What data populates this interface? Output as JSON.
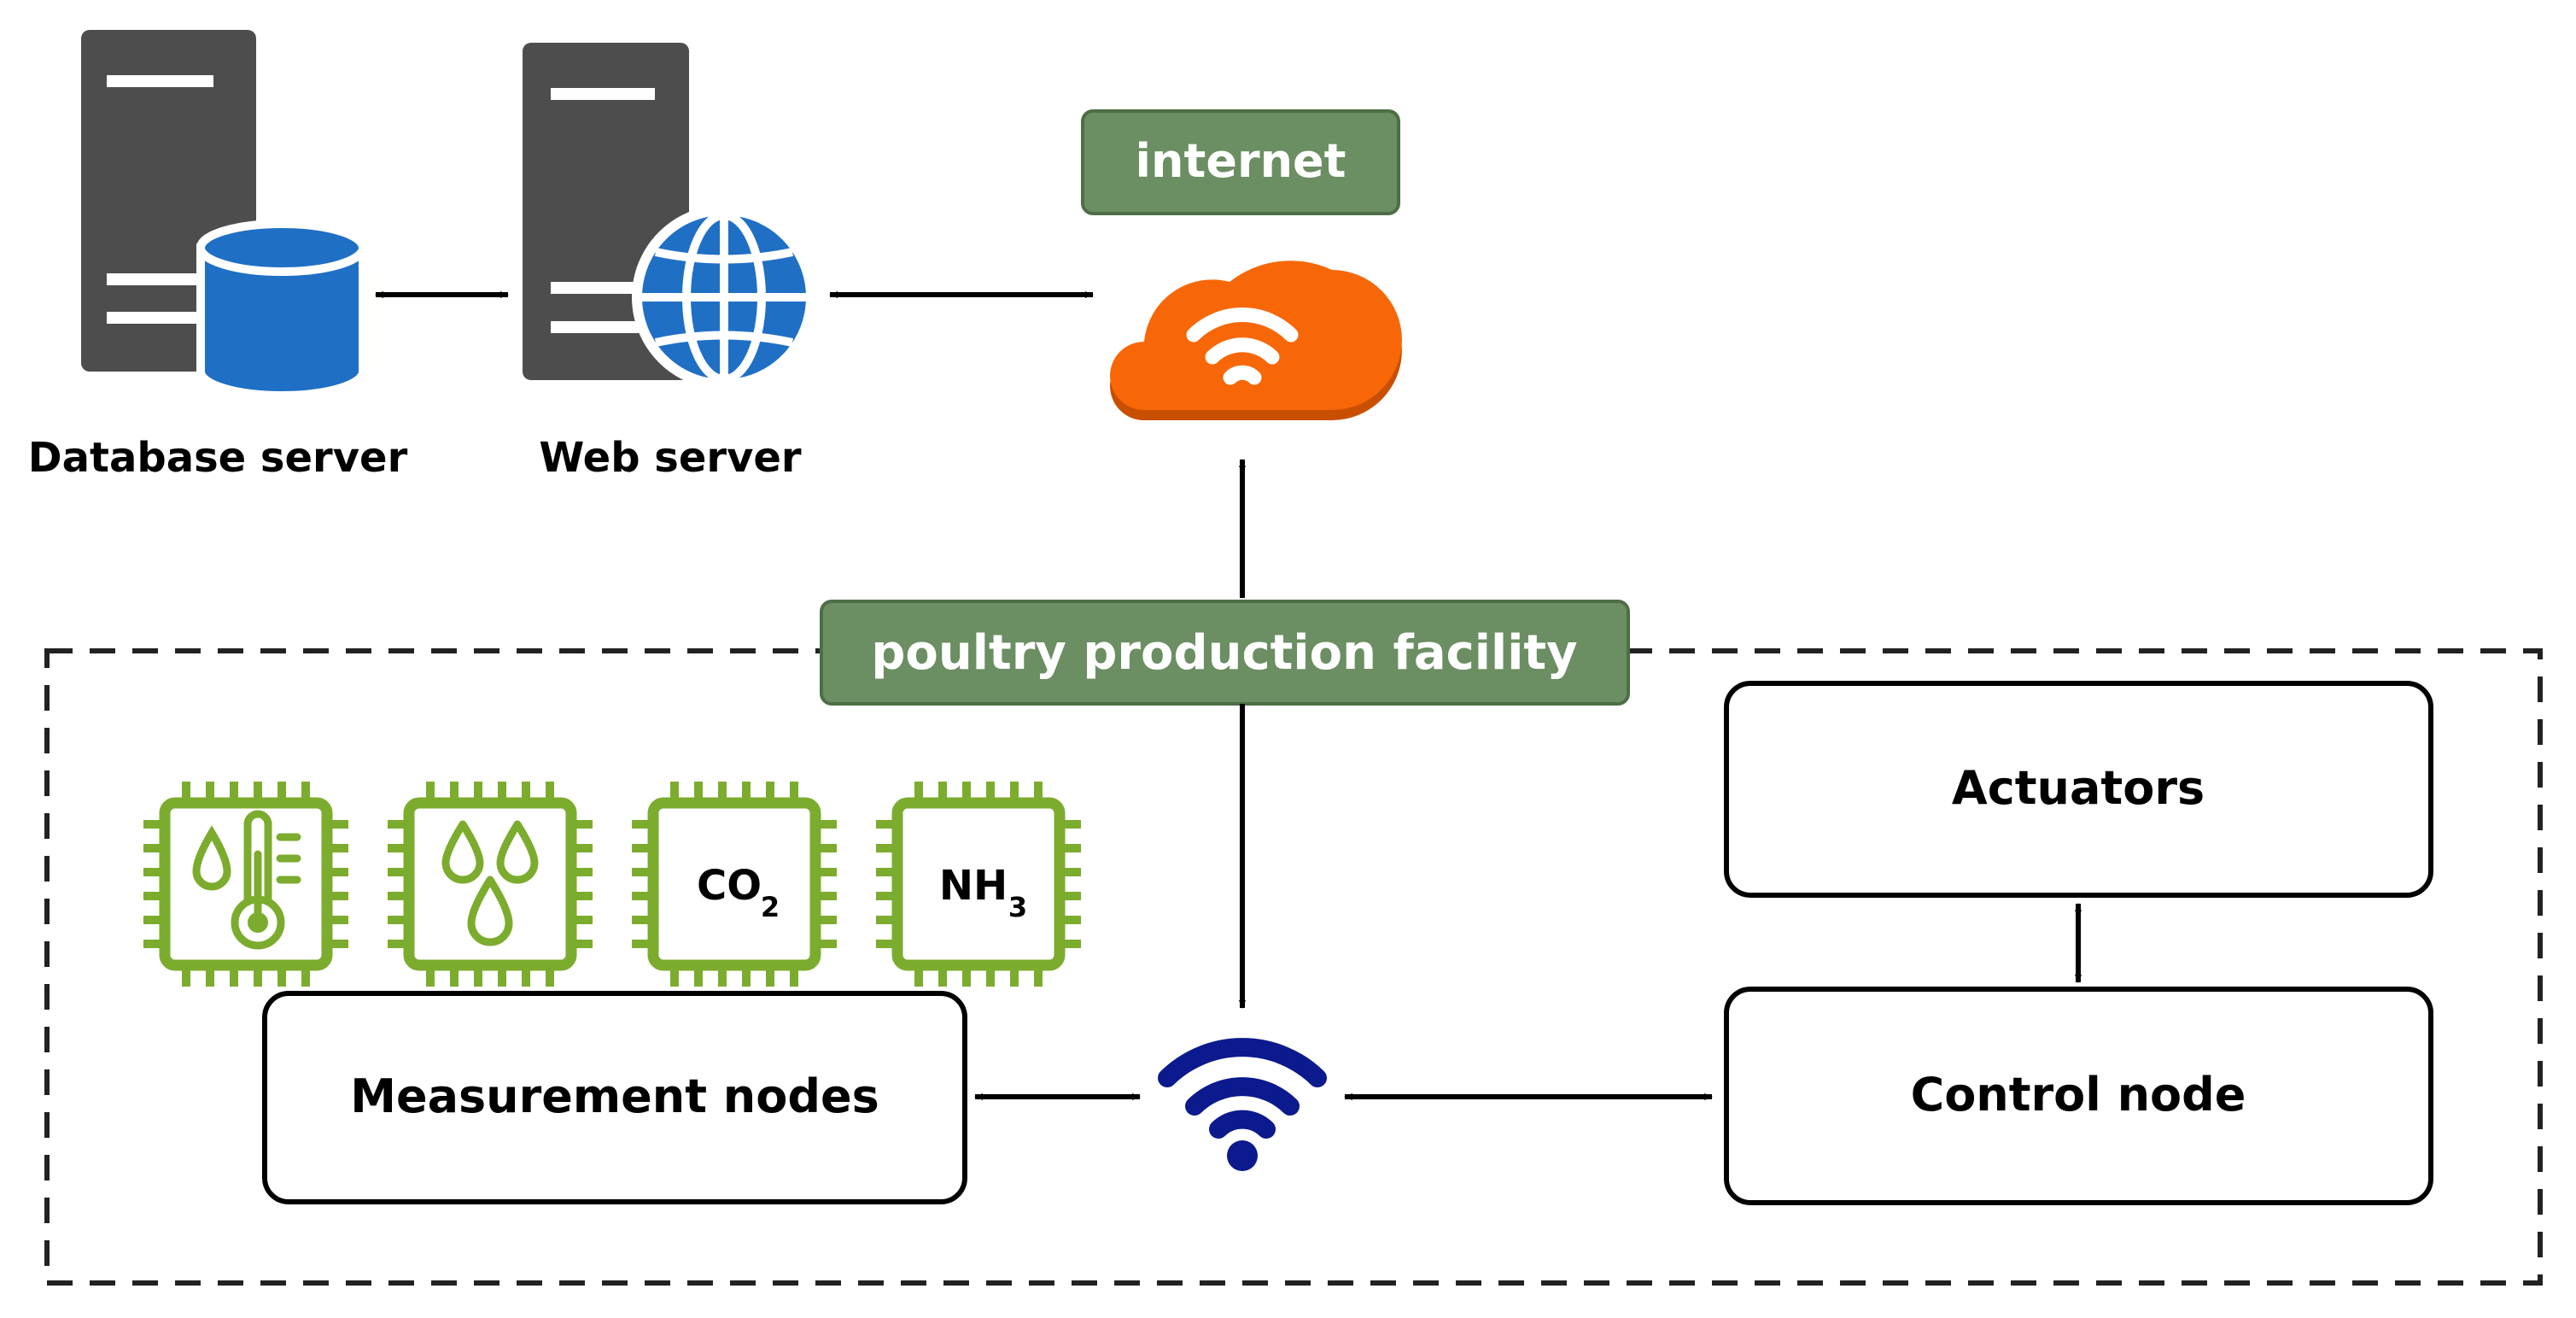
{
  "servers": {
    "database_label": "Database server",
    "web_label": "Web server"
  },
  "internet": {
    "label": "internet"
  },
  "facility": {
    "label": "poultry production facility"
  },
  "nodes": {
    "measurement": "Measurement nodes",
    "actuators": "Actuators",
    "control": "Control node"
  },
  "sensors": {
    "co2": {
      "base": "CO",
      "sub": "2"
    },
    "nh3": {
      "base": "NH",
      "sub": "3"
    }
  },
  "colors": {
    "server_gray": "#4d4d4d",
    "database_blue": "#1f6fc5",
    "cloud_orange": "#f76707",
    "label_green": "#6b8e62",
    "sensor_green": "#7cac2e",
    "wifi_navy": "#0b1a8c"
  },
  "icons": {
    "database": "database-server-icon",
    "web": "web-server-icon",
    "cloud": "cloud-wifi-icon",
    "wifi": "wifi-icon",
    "temperature": "temperature-sensor-icon",
    "humidity": "humidity-sensor-icon",
    "co2": "co2-sensor-icon",
    "nh3": "nh3-sensor-icon"
  }
}
